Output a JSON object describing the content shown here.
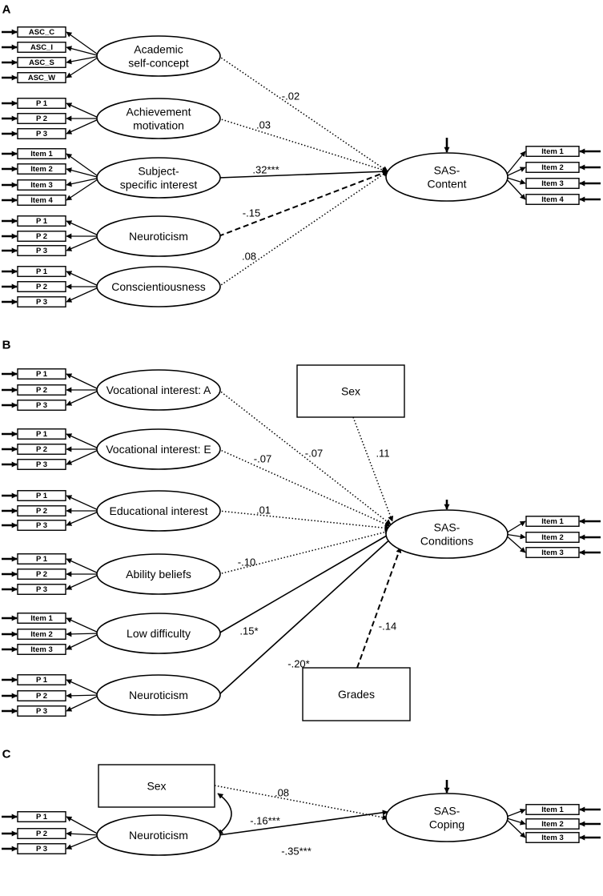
{
  "panels": [
    {
      "letter": "A",
      "outcome": {
        "id": "A-out",
        "lines": [
          "SAS-",
          "Content"
        ],
        "indicators": [
          "Item 1",
          "Item 2",
          "Item 3",
          "Item 4"
        ]
      },
      "predictors": [
        {
          "id": "A-asc",
          "kind": "latent",
          "lines": [
            "Academic",
            "self-concept"
          ],
          "indicators": [
            "ASC_C",
            "ASC_I",
            "ASC_S",
            "ASC_W"
          ],
          "coef": "-.02",
          "style": "dotted"
        },
        {
          "id": "A-ach",
          "kind": "latent",
          "lines": [
            "Achievement",
            "motivation"
          ],
          "indicators": [
            "P 1",
            "P 2",
            "P 3"
          ],
          "coef": ".03",
          "style": "dotted"
        },
        {
          "id": "A-int",
          "kind": "latent",
          "lines": [
            "Subject-",
            "specific interest"
          ],
          "indicators": [
            "Item 1",
            "Item 2",
            "Item 3",
            "Item 4"
          ],
          "coef": ".32***",
          "style": "solid"
        },
        {
          "id": "A-neu",
          "kind": "latent",
          "lines": [
            "Neuroticism"
          ],
          "indicators": [
            "P 1",
            "P 2",
            "P 3"
          ],
          "coef": "-.15",
          "style": "dashed"
        },
        {
          "id": "A-con",
          "kind": "latent",
          "lines": [
            "Conscientiousness"
          ],
          "indicators": [
            "P 1",
            "P 2",
            "P 3"
          ],
          "coef": ".08",
          "style": "dotted"
        }
      ]
    },
    {
      "letter": "B",
      "outcome": {
        "id": "B-out",
        "lines": [
          "SAS-",
          "Conditions"
        ],
        "indicators": [
          "Item 1",
          "Item 2",
          "Item 3"
        ]
      },
      "predictors": [
        {
          "id": "B-va",
          "kind": "latent",
          "lines": [
            "Vocational interest: A"
          ],
          "indicators": [
            "P 1",
            "P 2",
            "P 3"
          ],
          "coef": "-.07",
          "style": "dotted"
        },
        {
          "id": "B-ve",
          "kind": "latent",
          "lines": [
            "Vocational interest: E"
          ],
          "indicators": [
            "P 1",
            "P 2",
            "P 3"
          ],
          "coef": "-.07",
          "style": "dotted"
        },
        {
          "id": "B-edu",
          "kind": "latent",
          "lines": [
            "Educational interest"
          ],
          "indicators": [
            "P 1",
            "P 2",
            "P 3"
          ],
          "coef": ".01",
          "style": "dotted"
        },
        {
          "id": "B-abi",
          "kind": "latent",
          "lines": [
            "Ability beliefs"
          ],
          "indicators": [
            "P 1",
            "P 2",
            "P 3"
          ],
          "coef": "-.10",
          "style": "dotted"
        },
        {
          "id": "B-low",
          "kind": "latent",
          "lines": [
            "Low difficulty"
          ],
          "indicators": [
            "Item 1",
            "Item 2",
            "Item 3"
          ],
          "coef": ".15*",
          "style": "solid"
        },
        {
          "id": "B-neu",
          "kind": "latent",
          "lines": [
            "Neuroticism"
          ],
          "indicators": [
            "P 1",
            "P 2",
            "P 3"
          ],
          "coef": "-.20*",
          "style": "solid"
        },
        {
          "id": "B-sex",
          "kind": "observed",
          "lines": [
            "Sex"
          ],
          "coef": ".11",
          "style": "dotted"
        },
        {
          "id": "B-gra",
          "kind": "observed",
          "lines": [
            "Grades"
          ],
          "coef": "-.14",
          "style": "dashed"
        }
      ]
    },
    {
      "letter": "C",
      "outcome": {
        "id": "C-out",
        "lines": [
          "SAS-",
          "Coping"
        ],
        "indicators": [
          "Item 1",
          "Item 2",
          "Item 3"
        ]
      },
      "predictors": [
        {
          "id": "C-sex",
          "kind": "observed",
          "lines": [
            "Sex"
          ],
          "coef": ".08",
          "style": "dotted"
        },
        {
          "id": "C-neu",
          "kind": "latent",
          "lines": [
            "Neuroticism"
          ],
          "indicators": [
            "P 1",
            "P 2",
            "P 3"
          ],
          "coef": "-.35***",
          "style": "solid"
        }
      ],
      "covariance": {
        "between": [
          "C-sex",
          "C-neu"
        ],
        "coef": "-.16***",
        "style": "solid"
      }
    }
  ]
}
